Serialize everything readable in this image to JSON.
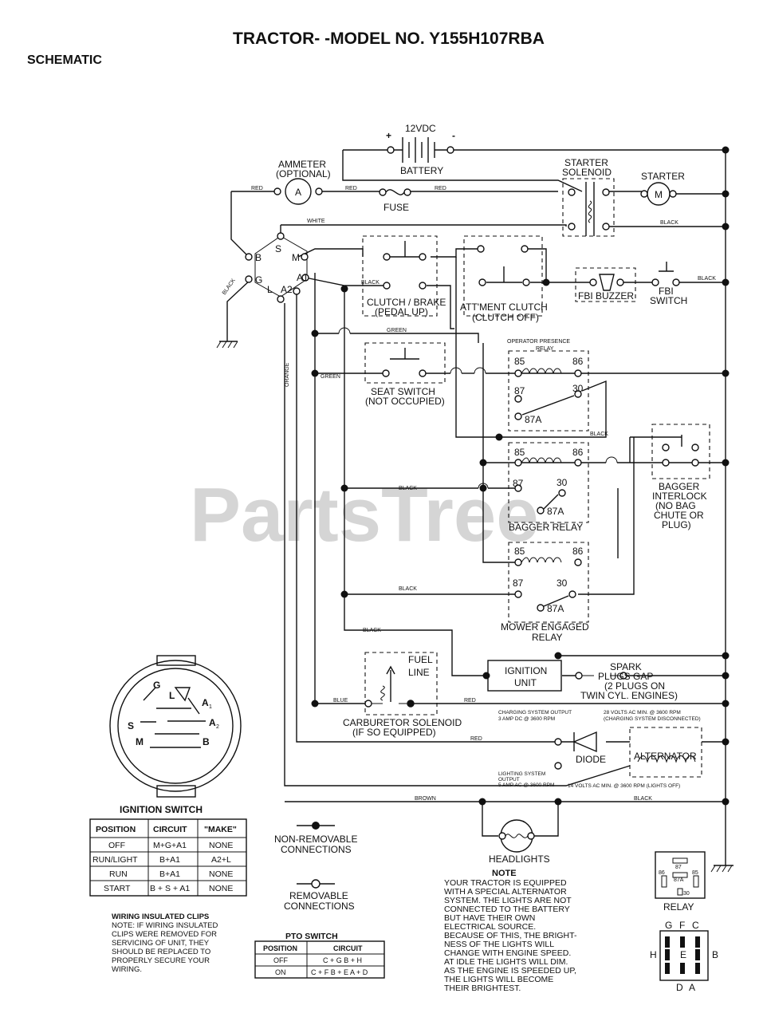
{
  "header": {
    "title": "TRACTOR- -MODEL NO. Y155H107RBA",
    "section": "SCHEMATIC"
  },
  "watermark": "PartsTree",
  "components": {
    "battery_voltage": "12VDC",
    "battery_plus": "+",
    "battery_minus": "-",
    "battery": "BATTERY",
    "ammeter_l1": "AMMETER",
    "ammeter_l2": "(OPTIONAL)",
    "ammeter_symbol": "A",
    "fuse": "FUSE",
    "starter_solenoid_l1": "STARTER",
    "starter_solenoid_l2": "SOLENOID",
    "starter": "STARTER",
    "starter_symbol": "M",
    "clutch_brake_l1": "CLUTCH / BRAKE",
    "clutch_brake_l2": "(PEDAL UP)",
    "attment_clutch_l1": "ATT'MENT CLUTCH",
    "attment_clutch_l2": "(CLUTCH OFF)",
    "fbi_buzzer": "FBI BUZZER",
    "fbi_switch_l1": "FBI",
    "fbi_switch_l2": "SWITCH",
    "operator_presence_l1": "OPERATOR PRESENCE",
    "operator_presence_l2": "RELAY",
    "seat_switch_l1": "SEAT SWITCH",
    "seat_switch_l2": "(NOT OCCUPIED)",
    "bagger_relay": "BAGGER RELAY",
    "bagger_interlock_l1": "BAGGER",
    "bagger_interlock_l2": "INTERLOCK",
    "bagger_interlock_l3": "(NO BAG",
    "bagger_interlock_l4": "CHUTE OR",
    "bagger_interlock_l5": "PLUG)",
    "mower_relay_l1": "MOWER ENGAGED",
    "mower_relay_l2": "RELAY",
    "fuel_line_l1": "FUEL",
    "fuel_line_l2": "LINE",
    "ignition_unit_l1": "IGNITION",
    "ignition_unit_l2": "UNIT",
    "spark_l1": "SPARK",
    "spark_l2": "PLUGS GAP",
    "spark_l3": "(2 PLUGS ON",
    "spark_l4": "TWIN CYL. ENGINES)",
    "carb_l1": "CARBURETOR SOLENOID",
    "carb_l2": "(IF SO EQUIPPED)",
    "charging_l1": "CHARGING SYSTEM OUTPUT",
    "charging_l2": "3 AMP DC @ 3600 RPM",
    "alt_spec_l1": "28 VOLTS AC MIN. @ 3600 RPM",
    "alt_spec_l2": "(CHARGING SYSTEM DISCONNECTED)",
    "diode": "DIODE",
    "alternator": "ALTERNATOR",
    "lighting_l1": "LIGHTING SYSTEM",
    "lighting_l2": "OUTPUT",
    "lighting_l3": "5 AMP AC @ 3600 RPM",
    "lighting_volts": "14 VOLTS AC MIN. @ 3600 RPM (LIGHTS OFF)",
    "headlights": "HEADLIGHTS",
    "relay": "RELAY",
    "relay_pins": {
      "p30": "30",
      "p85": "85",
      "p86": "86",
      "p87": "87",
      "p87a": "87A"
    },
    "ign_terminals": {
      "B": "B",
      "S": "S",
      "M": "M",
      "G": "G",
      "L": "L",
      "A1": "A1",
      "A2": "A2"
    },
    "ign_sw_a1": "A",
    "ign_sw_a1_sub": "1",
    "ign_sw_a2": "A",
    "ign_sw_a2_sub": "2",
    "pto_letters": {
      "G": "G",
      "F": "F",
      "C": "C",
      "H": "H",
      "E": "E",
      "B": "B",
      "D": "D",
      "A": "A"
    }
  },
  "wire_colors": {
    "red": "RED",
    "white": "WHITE",
    "black": "BLACK",
    "green": "GREEN",
    "orange": "ORANGE",
    "blue": "BLUE",
    "brown": "BROWN"
  },
  "ignition_switch": {
    "title": "IGNITION SWITCH",
    "headers": [
      "POSITION",
      "CIRCUIT",
      "\"MAKE\""
    ],
    "rows": [
      [
        "OFF",
        "M+G+A1",
        "NONE"
      ],
      [
        "RUN/LIGHT",
        "B+A1",
        "A2+L"
      ],
      [
        "RUN",
        "B+A1",
        "NONE"
      ],
      [
        "START",
        "B + S + A1",
        "NONE"
      ]
    ]
  },
  "pto_switch": {
    "title": "PTO SWITCH",
    "headers": [
      "POSITION",
      "CIRCUIT"
    ],
    "rows": [
      [
        "OFF",
        "C + G  B + H"
      ],
      [
        "ON",
        "C + F  B + E  A + D"
      ]
    ]
  },
  "legend": {
    "non_removable_l1": "NON-REMOVABLE",
    "non_removable_l2": "CONNECTIONS",
    "removable_l1": "REMOVABLE",
    "removable_l2": "CONNECTIONS"
  },
  "clips_note": [
    "WIRING INSULATED CLIPS",
    "NOTE: IF WIRING INSULATED",
    "CLIPS WERE REMOVED FOR",
    "SERVICING OF UNIT, THEY",
    "SHOULD BE REPLACED TO",
    "PROPERLY SECURE YOUR",
    "WIRING."
  ],
  "note": {
    "title": "NOTE",
    "lines": [
      "YOUR TRACTOR IS EQUIPPED",
      "WITH A SPECIAL ALTERNATOR",
      "SYSTEM.  THE LIGHTS ARE NOT",
      "CONNECTED TO THE BATTERY",
      "BUT HAVE THEIR OWN",
      "ELECTRICAL SOURCE.",
      "BECAUSE OF THIS, THE BRIGHT-",
      "NESS OF THE LIGHTS WILL",
      "CHANGE WITH ENGINE SPEED.",
      "AT IDLE THE LIGHTS WILL DIM.",
      "AS THE ENGINE IS SPEEDED UP,",
      "THE LIGHTS WILL BECOME",
      "THEIR BRIGHTEST."
    ]
  }
}
